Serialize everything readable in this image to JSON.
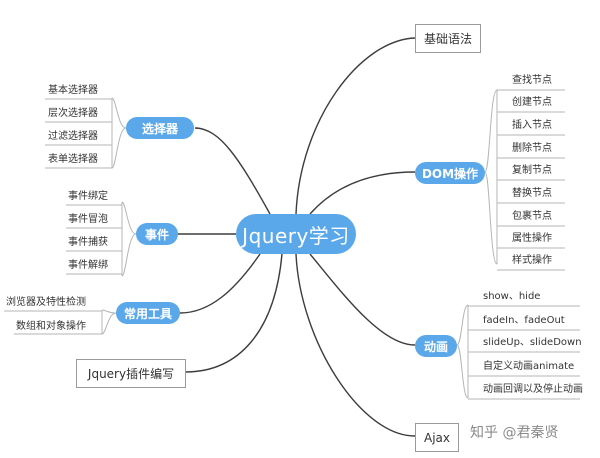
{
  "central": "Jquery学习",
  "branches": {
    "syntax": "基础语法",
    "dom": {
      "label": "DOM操作",
      "items": [
        "查找节点",
        "创建节点",
        "插入节点",
        "删除节点",
        "复制节点",
        "替换节点",
        "包裹节点",
        "属性操作",
        "样式操作"
      ]
    },
    "selector": {
      "label": "选择器",
      "items": [
        "基本选择器",
        "层次选择器",
        "过滤选择器",
        "表单选择器"
      ]
    },
    "event": {
      "label": "事件",
      "items": [
        "事件绑定",
        "事件冒泡",
        "事件捕获",
        "事件解绑"
      ]
    },
    "tools": {
      "label": "常用工具",
      "items": [
        "浏览器及特性检测",
        "数组和对象操作"
      ]
    },
    "plugin": "Jquery插件编写",
    "animation": {
      "label": "动画",
      "items": [
        "show、hide",
        "fadeIn、fadeOut",
        "slideUp、slideDown",
        "自定义动画animate",
        "动画回调以及停止动画"
      ]
    },
    "ajax": "Ajax"
  },
  "watermark": "知乎 @君秦贤",
  "colors": {
    "node": "#5aa8ea",
    "line": "#3d3d3d",
    "leaf_line": "#b5b5b5"
  }
}
